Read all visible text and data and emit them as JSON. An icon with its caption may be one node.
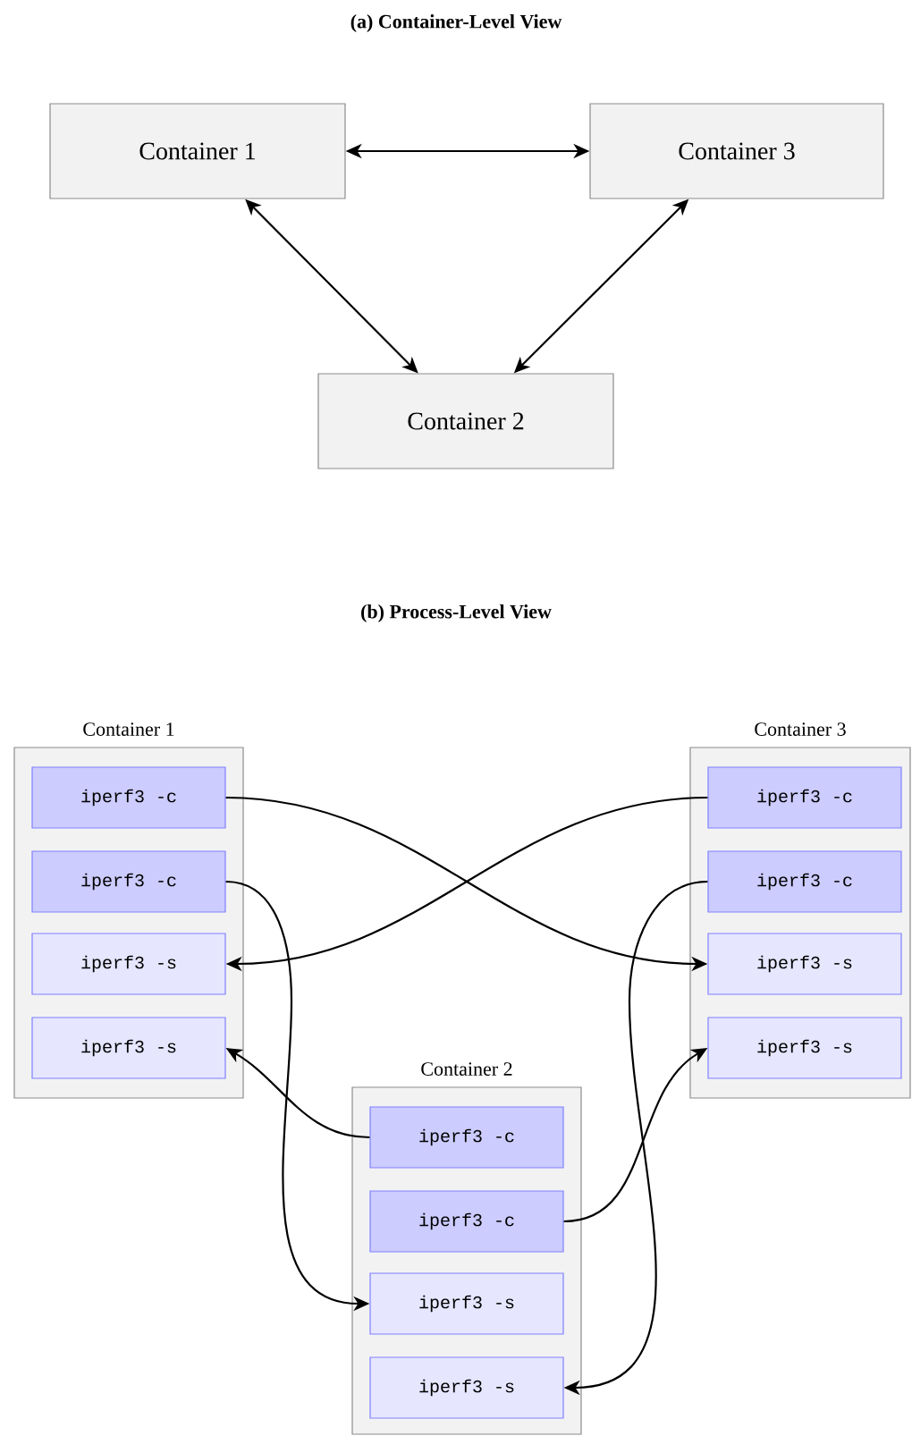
{
  "diagram": {
    "nodes": [
      {
        "text": [
          "Container 1"
        ]
      },
      {
        "text": [
          "Container 3"
        ]
      },
      {
        "text": [
          "Container 2"
        ]
      },
      {
        "text": [
          "Container 1"
        ]
      },
      {
        "text": [
          "iperf3 -c"
        ],
        "in": 3
      },
      {
        "text": [
          "iperf3 -c"
        ],
        "in": 3
      },
      {
        "text": [
          "iperf3 -s"
        ],
        "in": 3
      },
      {
        "text": [
          "iperf3 -s"
        ],
        "in": 3
      },
      {
        "text": [
          "Container 3"
        ]
      },
      {
        "text": [
          "iperf3 -c"
        ],
        "in": 8
      },
      {
        "text": [
          "iperf3 -c"
        ],
        "in": 8
      },
      {
        "text": [
          "iperf3 -s"
        ],
        "in": 8
      },
      {
        "text": [
          "iperf3 -s"
        ],
        "in": 8
      },
      {
        "text": [
          "Container 2"
        ]
      },
      {
        "text": [
          "iperf3 -c"
        ],
        "in": 13
      },
      {
        "text": [
          "iperf3 -c"
        ],
        "in": 13
      },
      {
        "text": [
          "iperf3 -s"
        ],
        "in": 13
      },
      {
        "text": [
          "iperf3 -s"
        ],
        "in": 13
      }
    ],
    "edges": [
      {
        "from": 0,
        "to": 1,
        "arrow": "both"
      },
      {
        "from": 0,
        "to": 2,
        "arrow": "both"
      },
      {
        "from": 1,
        "to": 2,
        "arrow": "both"
      },
      {
        "from": 4,
        "to": 11,
        "arrow": "to"
      },
      {
        "from": 9,
        "to": 6,
        "arrow": "to"
      },
      {
        "from": 5,
        "to": 16,
        "arrow": "to"
      },
      {
        "from": 10,
        "to": 17,
        "arrow": "to"
      },
      {
        "from": 14,
        "to": 7,
        "arrow": "to"
      },
      {
        "from": 15,
        "to": 12,
        "arrow": "to"
      }
    ],
    "labels": [
      "(a)  Container-Level View",
      "(b)  Process-Level View"
    ]
  }
}
